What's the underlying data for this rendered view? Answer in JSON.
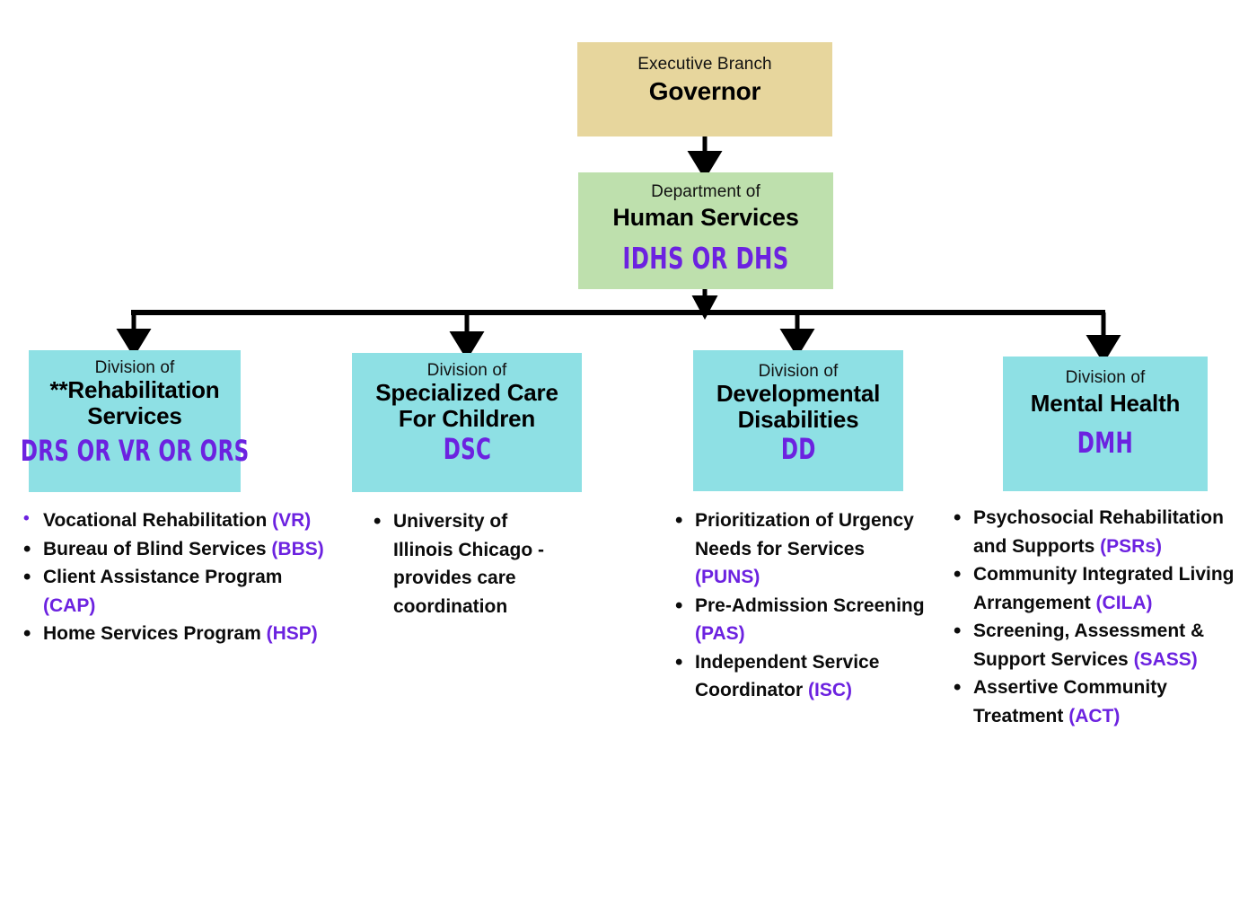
{
  "diagram": {
    "title": "Illinois Department of Human Services organizational chart",
    "colors": {
      "governor_box": "#e7d69d",
      "department_box": "#bee0ad",
      "division_box": "#8ee0e4",
      "abbreviation_text": "#6c22e0",
      "body_text": "#0b0b0b",
      "connector": "#000000"
    }
  },
  "governor": {
    "kicker": "Executive Branch",
    "title": "Governor"
  },
  "department": {
    "kicker": "Department of",
    "title": "Human Services",
    "abbr": "IDHS OR DHS"
  },
  "divisions": [
    {
      "kicker": "Division of",
      "title_line1": "**Rehabilitation",
      "title_line2": "Services",
      "abbr": "DRS OR VR OR ORS",
      "items": [
        {
          "text": "Vocational Rehabilitation ",
          "abbr": "(VR)",
          "accent_marker": true
        },
        {
          "text": "Bureau of Blind Services ",
          "abbr": "(BBS)",
          "accent_marker": false
        },
        {
          "text": "Client Assistance Program ",
          "abbr": "(CAP)",
          "accent_marker": false
        },
        {
          "text": "Home Services Program ",
          "abbr": "(HSP)",
          "accent_marker": false
        }
      ]
    },
    {
      "kicker": "Division of",
      "title_line1": "Specialized Care",
      "title_line2": "For Children",
      "abbr": "DSC",
      "items": [
        {
          "text": "University of Illinois Chicago - provides care coordination",
          "abbr": "",
          "accent_marker": false
        }
      ]
    },
    {
      "kicker": "Division of",
      "title_line1": "Developmental",
      "title_line2": "Disabilities",
      "abbr": "DD",
      "items": [
        {
          "text": "Prioritization of Urgency Needs for Services ",
          "abbr": "(PUNS)",
          "accent_marker": false
        },
        {
          "text": "Pre-Admission Screening ",
          "abbr": "(PAS)",
          "accent_marker": false
        },
        {
          "text": "Independent Service Coordinator ",
          "abbr": "(ISC)",
          "accent_marker": false
        }
      ]
    },
    {
      "kicker": "Division of",
      "title_line1": "Mental Health",
      "title_line2": "",
      "abbr": "DMH",
      "items": [
        {
          "text": "Psychosocial Rehabilitation and Supports ",
          "abbr": "(PSRs)",
          "accent_marker": false
        },
        {
          "text": "Community Integrated Living Arrangement ",
          "abbr": "(CILA)",
          "accent_marker": false
        },
        {
          "text": "Screening, Assessment & Support Services ",
          "abbr": "(SASS)",
          "accent_marker": false
        },
        {
          "text": "Assertive Community Treatment ",
          "abbr": "(ACT)",
          "accent_marker": false
        }
      ]
    }
  ]
}
